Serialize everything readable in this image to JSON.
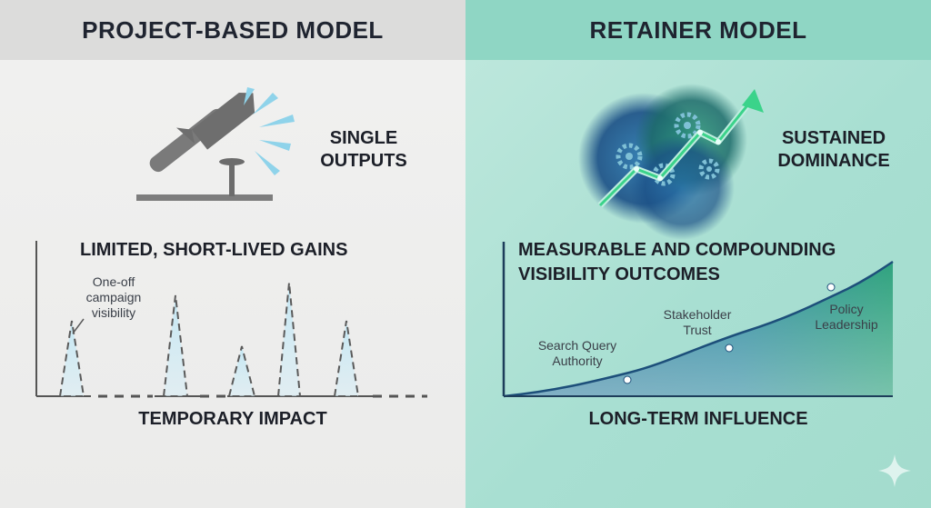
{
  "left": {
    "title": "PROJECT-BASED MODEL",
    "tagline": [
      "SINGLE",
      "OUTPUTS"
    ],
    "heading": "LIMITED, SHORT-LIVED GAINS",
    "annotation": [
      "One-off",
      "campaign",
      "visibility"
    ],
    "footer": "TEMPORARY IMPACT",
    "icon": "hammer-nail-icon"
  },
  "right": {
    "title": "RETAINER MODEL",
    "tagline": [
      "SUSTAINED",
      "DOMINANCE"
    ],
    "heading": [
      "MEASURABLE AND COMPOUNDING",
      "VISIBILITY OUTCOMES"
    ],
    "milestones": [
      {
        "label": [
          "Search Query",
          "Authority"
        ]
      },
      {
        "label": [
          "Stakeholder",
          "Trust"
        ]
      },
      {
        "label": [
          "Policy",
          "Leadership"
        ]
      }
    ],
    "footer": "LONG-TERM INFLUENCE",
    "icon": "gears-growth-arrow-icon"
  },
  "colors": {
    "left_bg": "#efefee",
    "left_header": "#dcdcdb",
    "right_bg": "#b4e4d8",
    "right_header": "#8fd6c4",
    "accent_blue": "#7fd0ea",
    "accent_green": "#3bb37a",
    "navy": "#1d4f7a"
  },
  "watermark_icon": "sparkle-icon"
}
